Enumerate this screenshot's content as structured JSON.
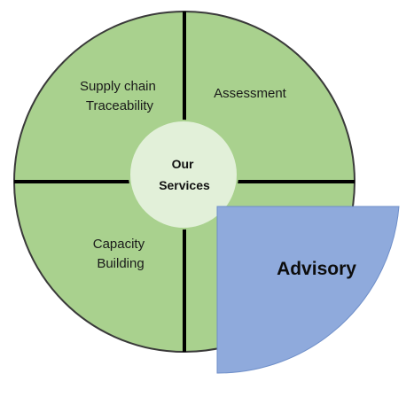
{
  "diagram": {
    "quadrants": [
      {
        "id": "top-left",
        "lines": [
          "Supply chain",
          "Traceability"
        ]
      },
      {
        "id": "top-right",
        "lines": [
          "Assessment"
        ]
      },
      {
        "id": "bottom-left",
        "lines": [
          "Capacity",
          "Building"
        ]
      }
    ],
    "center": {
      "lines": [
        "Our",
        "Services"
      ]
    },
    "highlight": {
      "label": "Advisory"
    },
    "colors": {
      "quadrant_fill": "#A9D18E",
      "divider": "#000000",
      "outline": "#3A3A3A",
      "center_fill": "#E2F0D9",
      "highlight_fill": "#8FAADC"
    }
  }
}
